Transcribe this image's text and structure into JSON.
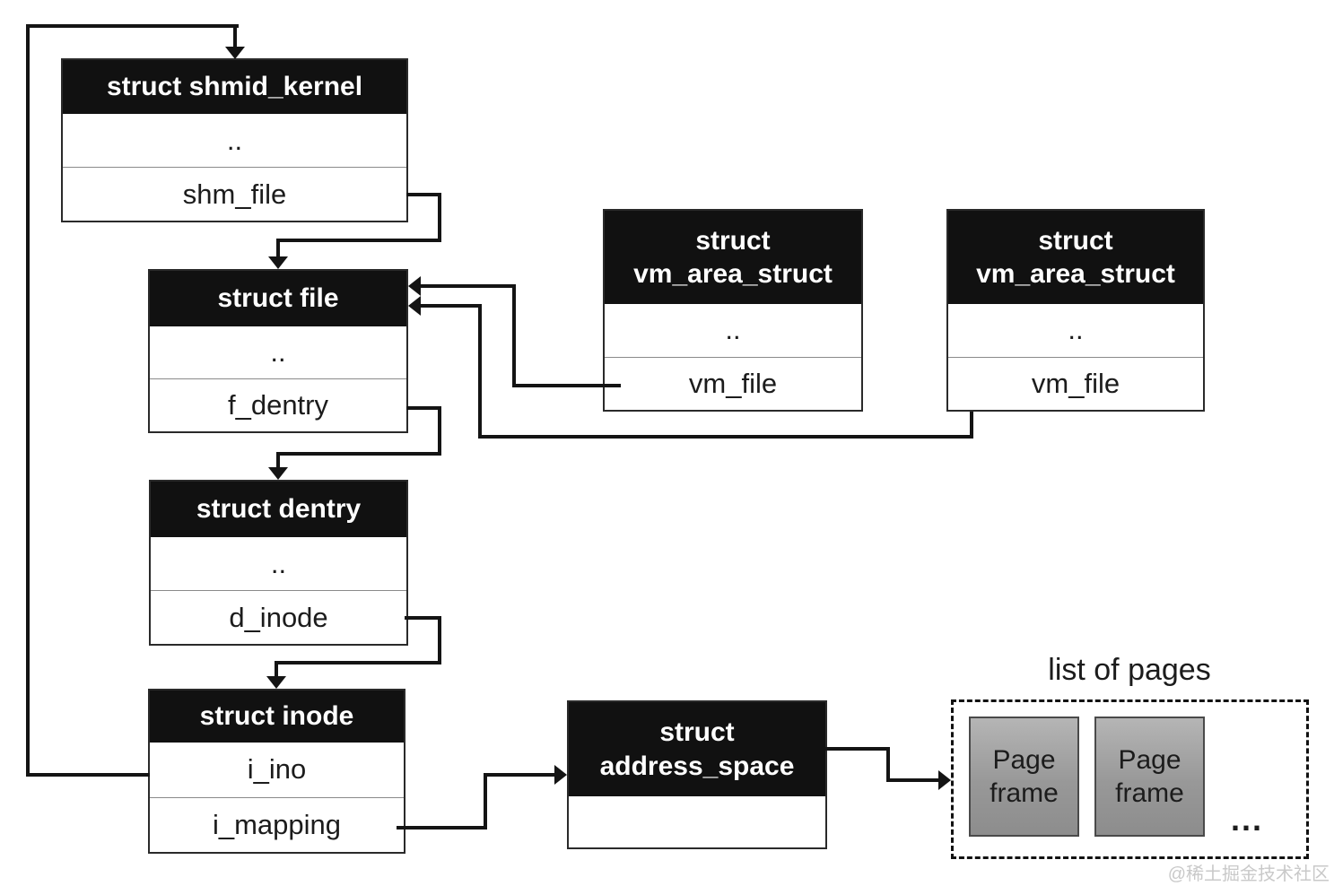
{
  "boxes": {
    "shmid_kernel": {
      "title": "struct shmid_kernel",
      "row1": "..",
      "row2": "shm_file"
    },
    "file": {
      "title": "struct file",
      "row1": "..",
      "row2": "f_dentry"
    },
    "dentry": {
      "title": "struct dentry",
      "row1": "..",
      "row2": "d_inode"
    },
    "inode": {
      "title": "struct inode",
      "row1": "i_ino",
      "row2": "i_mapping"
    },
    "vma1": {
      "title": "struct\nvm_area_struct",
      "row1": "..",
      "row2": "vm_file"
    },
    "vma2": {
      "title": "struct\nvm_area_struct",
      "row1": "..",
      "row2": "vm_file"
    },
    "address_space": {
      "title": "struct\naddress_space",
      "row1": ""
    }
  },
  "pages_panel": {
    "label": "list of pages",
    "frame1": "Page frame",
    "frame2": "Page frame",
    "ellipsis": "..."
  },
  "edges": [
    {
      "from": "inode.i_ino",
      "to": "shmid_kernel"
    },
    {
      "from": "shmid_kernel.shm_file",
      "to": "file"
    },
    {
      "from": "vm_area_struct_1.vm_file",
      "to": "file"
    },
    {
      "from": "vm_area_struct_2.vm_file",
      "to": "file"
    },
    {
      "from": "file.f_dentry",
      "to": "dentry"
    },
    {
      "from": "dentry.d_inode",
      "to": "inode"
    },
    {
      "from": "inode.i_mapping",
      "to": "address_space"
    },
    {
      "from": "address_space",
      "to": "list_of_pages"
    }
  ],
  "watermark": "@稀土掘金技术社区",
  "colors": {
    "header_bg": "#111111",
    "line": "#141414",
    "frame_fill": "#a2a2a2"
  }
}
